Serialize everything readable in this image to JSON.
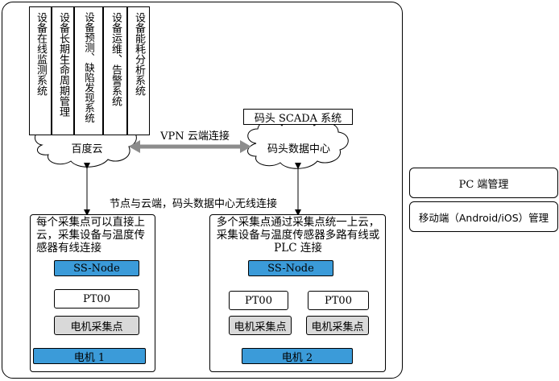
{
  "systems": [
    "设备在线监测系统",
    "设备长期生命周期管理",
    "设备预测、缺陷发现系统",
    "设备运维、告警系统",
    "设备能耗分析系统"
  ],
  "scada_label": "码头 SCADA 系统",
  "cloud_left": "百度云",
  "cloud_right": "码头数据中心",
  "vpn_label": "VPN 云端连接",
  "wireless_label": "节点与云端，码头数据中心无线连接",
  "left_panel": {
    "desc": "每个采集点可以直接上云，采集设备与温度传感器有线连接",
    "node": "SS-Node",
    "pt": "PT00",
    "collect": "电机采集点",
    "motor": "电机 1"
  },
  "right_panel": {
    "desc": "多个采集点通过采集点统一上云，采集设备与温度传感器多路有线或 PLC 连接",
    "node": "SS-Node",
    "pt1": "PT00",
    "pt2": "PT00",
    "collect1": "电机采集点",
    "collect2": "电机采集点",
    "motor": "电机 2"
  },
  "right_side": {
    "pc": "PC 端管理",
    "mobile": "移动端（Android/iOS）管理"
  }
}
